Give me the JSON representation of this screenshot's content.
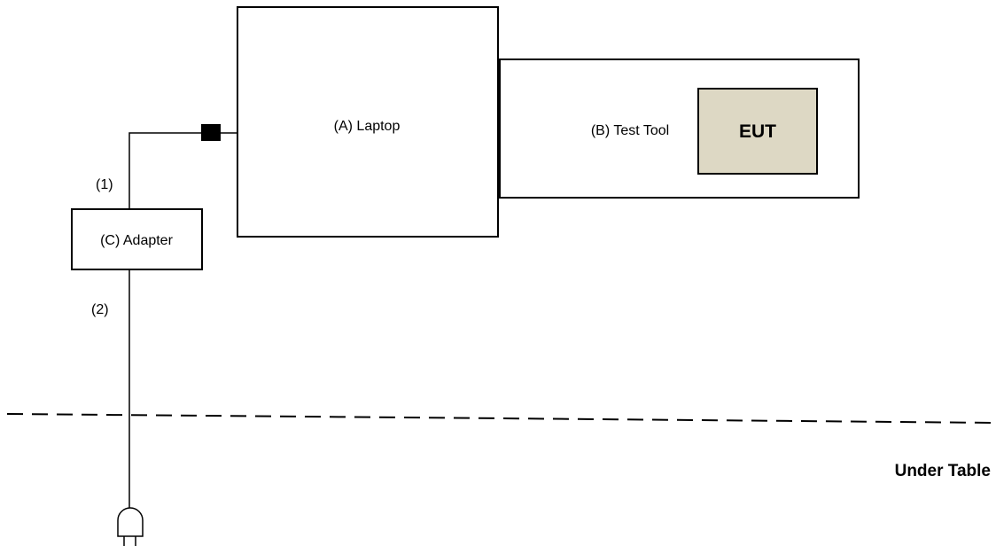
{
  "laptop": {
    "label": "(A) Laptop"
  },
  "test_tool": {
    "label": "(B) Test Tool"
  },
  "eut": {
    "label": "EUT",
    "fill_color": "#ddd8c4"
  },
  "adapter": {
    "label": "(C) Adapter"
  },
  "cables": [
    {
      "id": "1",
      "label": "(1)"
    },
    {
      "id": "2",
      "label": "(2)"
    }
  ],
  "table_edge": {
    "label": "Under Table"
  },
  "icons": {
    "connector": "connector-block-icon",
    "plug": "power-plug-icon"
  }
}
